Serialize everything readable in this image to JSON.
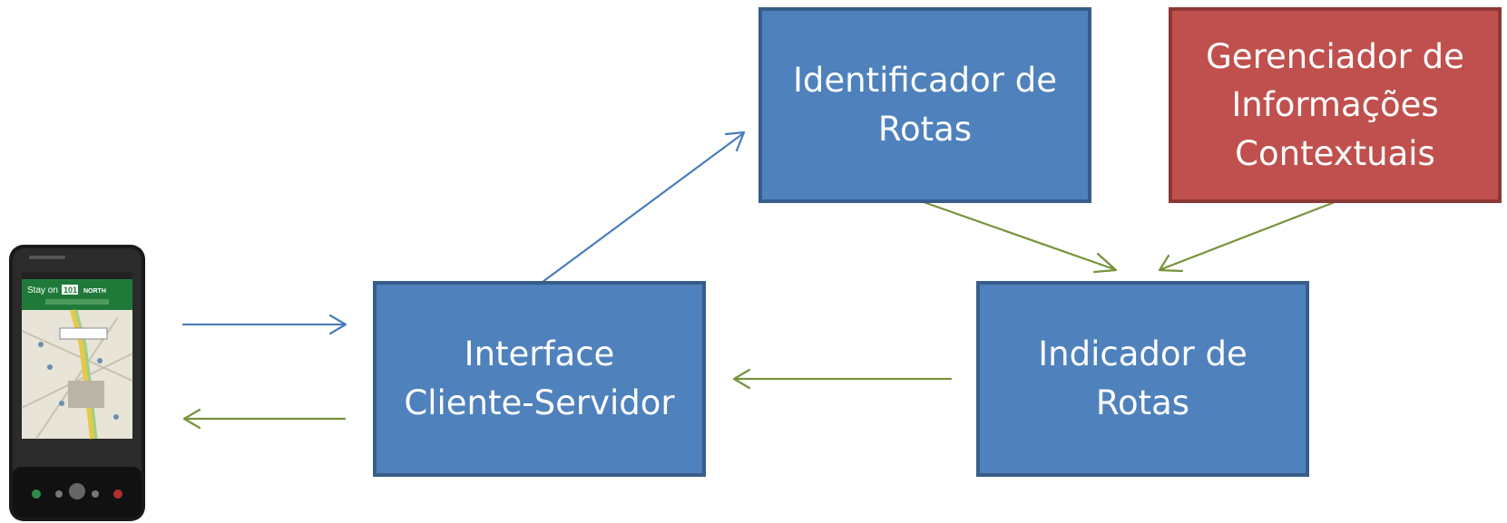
{
  "nodes": {
    "identificador": "Identificador de\nRotas",
    "gerenciador": "Gerenciador de\nInformações\nContextuais",
    "interface": "Interface\nCliente-Servidor",
    "indicador": "Indicador de\nRotas"
  },
  "phone_screen": {
    "banner_text": "Stay on",
    "route_number": "101",
    "direction": "NORTH"
  },
  "colors": {
    "process_box": "#4f81bd",
    "context_box": "#c0504d",
    "request_arrow": "#4a7ebb",
    "response_arrow": "#77933c"
  },
  "icons": [
    "smartphone-navigation-icon"
  ]
}
